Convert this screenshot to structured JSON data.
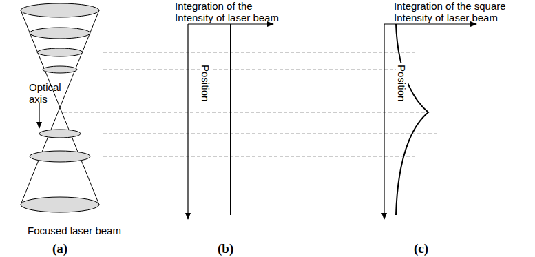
{
  "diagram": {
    "labels": [
      "Optical axis",
      "Focused laser beam",
      "(a)",
      "Integration of the Intensity of laser beam",
      "Position",
      "(b)",
      "Integration of the square Intensity of laser beam",
      "Position",
      "(c)"
    ]
  }
}
